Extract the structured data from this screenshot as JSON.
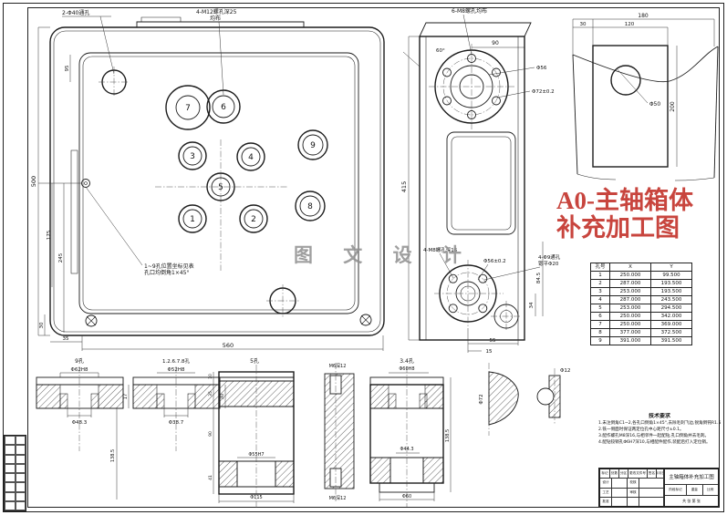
{
  "sheet": {
    "line_color": "#1c1c1c",
    "background": "#ffffff"
  },
  "watermark": {
    "text": "图 文 设 计",
    "color": "#8f8f8f"
  },
  "red_title": {
    "line1": "A0-主轴箱体",
    "line2": "补充加工图",
    "color": "#c8453e"
  },
  "main_view": {
    "callout_top_left": "2-Φ40通孔",
    "callout_top_line1": "4-M12螺孔深25",
    "callout_top_line2": "均布",
    "callout_holes_line1": "1~9孔位置坐标见表",
    "callout_holes_line2": "孔口均倒角1×45°",
    "balloons": [
      "1",
      "2",
      "3",
      "4",
      "5",
      "6",
      "7",
      "8",
      "9"
    ],
    "dim_height": "500",
    "dim_width": "560",
    "dim_175": "175",
    "dim_245": "245",
    "dim_30": "30",
    "dim_35": "35",
    "dim_95": "95"
  },
  "side_view": {
    "callout_top": "6-M8螺孔均布",
    "dim_90": "90",
    "dim_60deg": "60°",
    "dim_d56": "Φ56",
    "dim_d72": "Φ72±0.2",
    "dim_415": "415",
    "callout_bottom_line1": "4-M8螺孔深16",
    "callout_bottom_line2": "Φ56±0.2",
    "callout_right_line1": "4-Φ9通孔",
    "callout_right_line2": "锪平Φ20",
    "dim_55": "55",
    "dim_15": "15",
    "dim_845": "84.5",
    "dim_34": "34"
  },
  "detail_view": {
    "dim_180": "180",
    "dim_30": "30",
    "dim_120": "120",
    "dim_200": "200",
    "label_hole": "Φ50"
  },
  "coord_table": {
    "headers": [
      "孔号",
      "X",
      "Y"
    ],
    "rows": [
      [
        "1",
        "250.000",
        "99.500"
      ],
      [
        "2",
        "287.000",
        "193.500"
      ],
      [
        "3",
        "253.000",
        "193.500"
      ],
      [
        "4",
        "287.000",
        "243.500"
      ],
      [
        "5",
        "253.000",
        "294.500"
      ],
      [
        "6",
        "250.000",
        "342.000"
      ],
      [
        "7",
        "250.000",
        "369.000"
      ],
      [
        "8",
        "377.000",
        "372.500"
      ],
      [
        "9",
        "391.000",
        "391.500"
      ]
    ]
  },
  "sections": {
    "s1": {
      "label": "9孔",
      "dim_top": "Φ62H8",
      "dim_inner": "Φ48.3",
      "dim_side": "17",
      "dim_height": "138.5"
    },
    "s2": {
      "label": "1.2.6.7.8孔",
      "dim_top": "Φ52H8",
      "dim_inner": "Φ38.7",
      "dim_side": "30"
    },
    "s3": {
      "label": "5孔",
      "dim_10": "10",
      "dim_35": "35",
      "dim_90": "90",
      "dim_41": "41",
      "dim_inner": "Φ55H7",
      "dim_bottom": "Φ115"
    },
    "s4": {
      "label_top": "M6深12",
      "label_bottom": "M6深12"
    },
    "s5": {
      "label": "3.4孔",
      "dim_top": "Φ60H8",
      "dim_inner": "Φ44.3",
      "dim_height": "138.5",
      "dim_bottom": "Φ60"
    },
    "d1": {
      "label": "Φ72"
    },
    "d2": {
      "label": "Φ12"
    }
  },
  "tech_notes": {
    "title": "技术要求",
    "items": [
      "1.未注倒角C1~2,各孔口倒角1×45°,去除毛刺飞边,锐角倒钝R1.5以上。",
      "2.铣一侧面时保证两定位孔中心距尺寸±0.1。",
      "3.配作螺孔M8深16,与相邻件一起配钻,孔口倒角并去毛刺。",
      "4.配钻铰销孔Φ6H7深10,与相配件配作,装配后打入定位销。"
    ]
  },
  "title_block": {
    "drawing_title": "主轴箱体补充加工图",
    "row_labels": [
      "标记",
      "处数",
      "分区",
      "更改文件号",
      "签名",
      "年月日"
    ],
    "staff_labels": [
      "设计",
      "校核",
      "工艺",
      "审核",
      "批准"
    ],
    "stage_label": "阶段标记",
    "weight_label": "重量",
    "scale_label": "比例",
    "sheets_label": "共 张  第 张"
  }
}
